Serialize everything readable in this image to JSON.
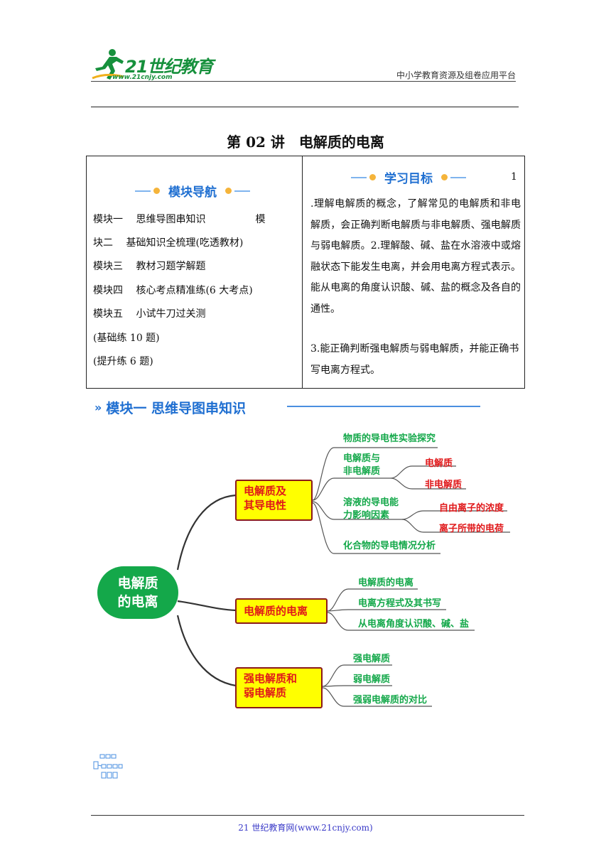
{
  "header": {
    "logo_text": "21世纪教育",
    "logo_url": "www.21cnjy.com",
    "tagline": "中小学教育资源及组卷应用平台"
  },
  "title": "第 02 讲　电解质的电离",
  "nav": {
    "heading": "模块导航",
    "items": [
      "模块一　 思维导图串知识　　　　　模",
      "块二　 基础知识全梳理(吃透教材)",
      "模块三　 教材习题学解题",
      "模块四　 核心考点精准练(6 大考点)",
      "模块五　 小试牛刀过关测",
      "(基础练 10 题)",
      "(提升练 6 题)"
    ]
  },
  "goals": {
    "heading": "学习目标",
    "page_mark": "1",
    "text1": ".理解电解质的概念，了解常见的电解质和非电解质，会正确判断电解质与非电解质、强电解质与弱电解质。2.理解酸、碱、盐在水溶液中或熔融状态下能发生电离，并会用电离方程式表示。能从电离的角度认识酸、碱、盐的概念及各自的通性。",
    "text2": "3.能正确判断强电解质与弱电解质，并能正确书写电离方程式。"
  },
  "module1": {
    "chevron": "»",
    "title": "模块一 思维导图串知识"
  },
  "mindmap": {
    "root_line1": "电解质",
    "root_line2": "的电离",
    "b1_line1": "电解质及",
    "b1_line2": "其导电性",
    "b1_leaf1": "物质的导电性实验探究",
    "b1_leaf2_l1": "电解质与",
    "b1_leaf2_l2": "非电解质",
    "b1_leaf2_sub1": "电解质",
    "b1_leaf2_sub2": "非电解质",
    "b1_leaf3_l1": "溶液的导电能",
    "b1_leaf3_l2": "力影响因素",
    "b1_leaf3_sub1": "自由离子的浓度",
    "b1_leaf3_sub2": "离子所带的电荷",
    "b1_leaf4": "化合物的导电情况分析",
    "b2": "电解质的电离",
    "b2_leaf1": "电解质的电离",
    "b2_leaf2": "电离方程式及其书写",
    "b2_leaf3": "从电离角度认识酸、碱、盐",
    "b3_line1": "强电解质和",
    "b3_line2": "弱电解质",
    "b3_leaf1": "强电解质",
    "b3_leaf2": "弱电解质",
    "b3_leaf3": "强弱电解质的对比"
  },
  "footer": "21 世纪教育网(www.21cnjy.com)",
  "colors": {
    "green": "#14a84a",
    "red": "#e0181a",
    "yellow": "#ffff00",
    "blue": "#1f6fd1"
  }
}
